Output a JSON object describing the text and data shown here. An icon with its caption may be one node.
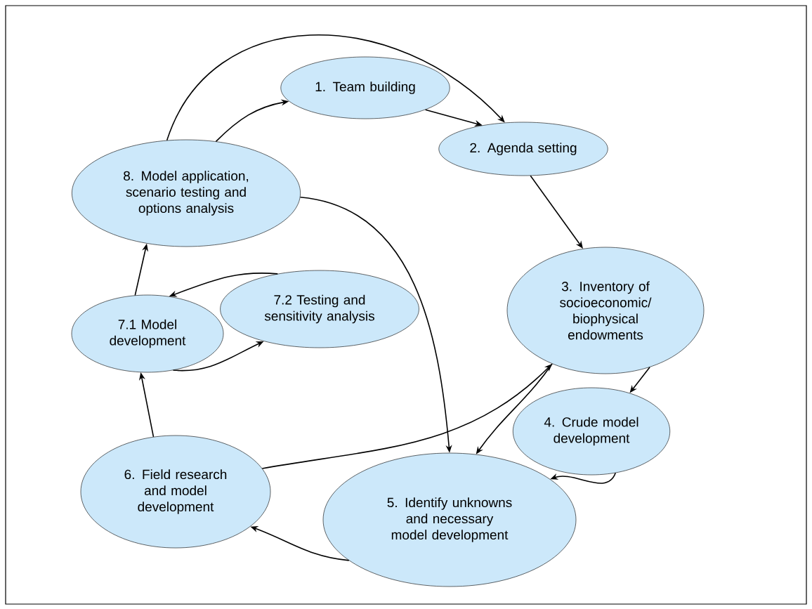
{
  "diagram": {
    "nodes": [
      {
        "text": [
          "1. Team building"
        ]
      },
      {
        "text": [
          "2. Agenda setting"
        ]
      },
      {
        "text": [
          "8. Model application, scenario testing and options analysis"
        ]
      },
      {
        "text": [
          "3. Inventory of socioeconomic/ biophysical endowments"
        ]
      },
      {
        "text": [
          "7.2 Testing and sensitivity analysis"
        ]
      },
      {
        "text": [
          "7.1 Model development"
        ]
      },
      {
        "text": [
          "4. Crude model development"
        ]
      },
      {
        "text": [
          "6. Field research and model development"
        ]
      },
      {
        "text": [
          "5. Identify unknowns and necessary model development"
        ]
      }
    ],
    "edges": [
      {
        "from": 2,
        "to": 0,
        "arrow": "to"
      },
      {
        "from": 2,
        "to": 1,
        "arrow": "to"
      },
      {
        "from": 0,
        "to": 1,
        "arrow": "to"
      },
      {
        "from": 1,
        "to": 3,
        "arrow": "to"
      },
      {
        "from": 3,
        "to": 6,
        "arrow": "to"
      },
      {
        "from": 3,
        "to": 8,
        "arrow": "to"
      },
      {
        "from": 2,
        "to": 8,
        "arrow": "to"
      },
      {
        "from": 6,
        "to": 8,
        "arrow": "to"
      },
      {
        "from": 8,
        "to": 7,
        "arrow": "to"
      },
      {
        "from": 7,
        "to": 5,
        "arrow": "to"
      },
      {
        "from": 5,
        "to": 4,
        "arrow": "to"
      },
      {
        "from": 4,
        "to": 5,
        "arrow": "to"
      },
      {
        "from": 5,
        "to": 2,
        "arrow": "to"
      },
      {
        "from": 7,
        "to": 3,
        "arrow": "to"
      }
    ]
  }
}
